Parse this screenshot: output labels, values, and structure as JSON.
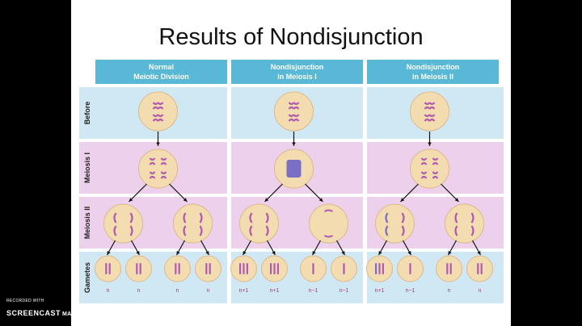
{
  "slide": {
    "title": "Results of Nondisjunction"
  },
  "diagram": {
    "columns": [
      {
        "line1": "Normal",
        "line2": "Meiotic Division"
      },
      {
        "line1": "Nondisjunction",
        "line2": "in Meiosis I"
      },
      {
        "line1": "Nondisjunction",
        "line2": "in Meiosis II"
      }
    ],
    "rows": [
      "Before",
      "Meiosis I",
      "Meiosis II",
      "Gametes"
    ],
    "gamete_labels": [
      [
        "n",
        "n",
        "n",
        "n"
      ],
      [
        "n+1",
        "n+1",
        "n−1",
        "n−1"
      ],
      [
        "n+1",
        "n−1",
        "n",
        "n"
      ]
    ],
    "colors": {
      "header": "#58b8d6",
      "blue_row": "#cfe8f4",
      "pink_row": "#ecd0ec",
      "cell": "#f2dcb0",
      "chromosome": "#b05bb0",
      "nondisjunction": "#7a6fc4"
    }
  },
  "watermark": {
    "recorded": "RECORDED WITH",
    "brand1": "SCREENCAST",
    "brand2": "MATIC"
  }
}
